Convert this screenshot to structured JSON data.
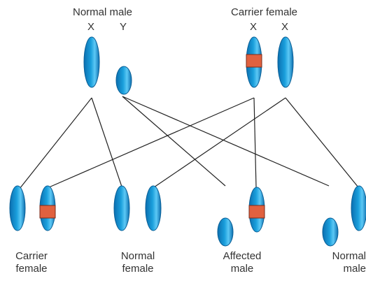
{
  "parents": {
    "father": {
      "label": "Normal male",
      "chromosomes": [
        "X",
        "Y"
      ]
    },
    "mother": {
      "label": "Carrier female",
      "chromosomes": [
        "X",
        "X"
      ]
    }
  },
  "offspring": [
    {
      "line1": "Carrier",
      "line2": "female"
    },
    {
      "line1": "Normal",
      "line2": "female"
    },
    {
      "line1": "Affected",
      "line2": "male"
    },
    {
      "line1": "Normal",
      "line2": "male"
    }
  ],
  "colors": {
    "chromosome": "#1a9fdc",
    "chromosome_highlight": "#8fdcff",
    "mutation": "#e0613f",
    "line": "#222222"
  }
}
